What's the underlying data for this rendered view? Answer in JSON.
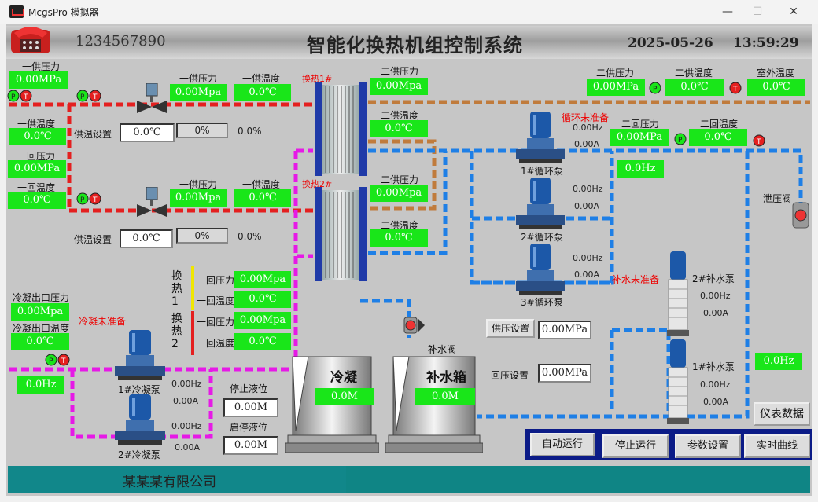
{
  "window": {
    "title": "McgsPro 模拟器",
    "minimize": "—",
    "maximize": "☐",
    "close": "✕"
  },
  "header": {
    "serial": "1234567890",
    "title": "智能化换热机组控制系统",
    "date": "2025-05-26",
    "time": "13:59:29"
  },
  "primary": {
    "supply_pressure_label": "一供压力",
    "supply_pressure": "0.00MPa",
    "supply_temp_label": "一供温度",
    "supply_temp": "0.0℃",
    "return_pressure_label": "一回压力",
    "return_pressure": "0.00MPa",
    "return_temp_label": "一回温度",
    "return_temp": "0.0℃"
  },
  "valve1": {
    "pressure_label": "一供压力",
    "pressure": "0.00Mpa",
    "temp_label": "一供温度",
    "temp": "0.0℃",
    "setpoint_label": "供温设置",
    "setpoint": "0.0℃",
    "opening": "0%",
    "feedback": "0.0%"
  },
  "valve2": {
    "pressure_label": "一供压力",
    "pressure": "0.00Mpa",
    "temp_label": "一供温度",
    "temp": "0.0℃",
    "setpoint_label": "供温设置",
    "setpoint": "0.0℃",
    "opening": "0%",
    "feedback": "0.0%"
  },
  "hx1": {
    "name": "换热1#",
    "sup_pressure_label": "二供压力",
    "sup_pressure": "0.00Mpa",
    "sup_temp_label": "二供温度",
    "sup_temp": "0.0℃"
  },
  "hx2": {
    "name": "换热2#",
    "sup_pressure_label": "二供压力",
    "sup_pressure": "0.00Mpa",
    "sup_temp_label": "二供温度",
    "sup_temp": "0.0℃"
  },
  "secondary": {
    "sup_pressure_label": "二供压力",
    "sup_pressure": "0.00MPa",
    "sup_temp_label": "二供温度",
    "sup_temp": "0.0℃",
    "outdoor_label": "室外温度",
    "outdoor": "0.0℃",
    "ret_pressure_label": "二回压力",
    "ret_pressure": "0.00MPa",
    "ret_temp_label": "二回温度",
    "ret_temp": "0.0℃",
    "circ_freq": "0.0Hz",
    "circ_status": "循环未准备"
  },
  "circ_pumps": [
    {
      "name": "1#循环泵",
      "hz": "0.00Hz",
      "a": "0.00A"
    },
    {
      "name": "2#循环泵",
      "hz": "0.00Hz",
      "a": "0.00A"
    },
    {
      "name": "3#循环泵",
      "hz": "0.00Hz",
      "a": "0.00A"
    }
  ],
  "relief": {
    "label": "泄压阀"
  },
  "hx_side": {
    "hx1_label": "换热1",
    "hx2_label": "换热2",
    "rows": [
      {
        "label": "一回压力",
        "value": "0.00Mpa"
      },
      {
        "label": "一回温度",
        "value": "0.0℃"
      },
      {
        "label": "一回压力",
        "value": "0.00Mpa"
      },
      {
        "label": "一回温度",
        "value": "0.0℃"
      }
    ]
  },
  "condensate": {
    "out_pressure_label": "冷凝出口压力",
    "out_pressure": "0.00Mpa",
    "out_temp_label": "冷凝出口温度",
    "out_temp": "0.0℃",
    "status": "冷凝未准备",
    "freq": "0.0Hz",
    "stop_level_label": "停止液位",
    "stop_level": "0.00M",
    "start_level_label": "启停液位",
    "start_level": "0.00M",
    "tank_label": "冷凝",
    "tank_value": "0.0M"
  },
  "cond_pumps": [
    {
      "name": "1#冷凝泵",
      "hz": "0.00Hz",
      "a": "0.00A"
    },
    {
      "name": "2#冷凝泵",
      "hz": "0.00Hz",
      "a": "0.00A"
    }
  ],
  "makeup": {
    "valve_label": "补水阀",
    "tank_label": "补水箱",
    "tank_value": "0.0M",
    "status": "补水未准备",
    "freq": "0.0Hz",
    "supply_set_label": "供压设置",
    "supply_set": "0.00MPa",
    "return_set_label": "回压设置",
    "return_set": "0.00MPa"
  },
  "makeup_pumps": [
    {
      "name": "2#补水泵",
      "hz": "0.00Hz",
      "a": "0.00A"
    },
    {
      "name": "1#补水泵",
      "hz": "0.00Hz",
      "a": "0.00A"
    }
  ],
  "buttons": {
    "instrument": "仪表数据",
    "auto": "自动运行",
    "stop": "停止运行",
    "params": "参数设置",
    "curve": "实时曲线"
  },
  "footer": {
    "company": "某某某有限公司"
  },
  "colors": {
    "primary_pipe": "#e41f1f",
    "secondary_supply": "#c07b3c",
    "secondary_return": "#1e7fe6",
    "condensate": "#e619e6",
    "green_box": "#19e619"
  }
}
